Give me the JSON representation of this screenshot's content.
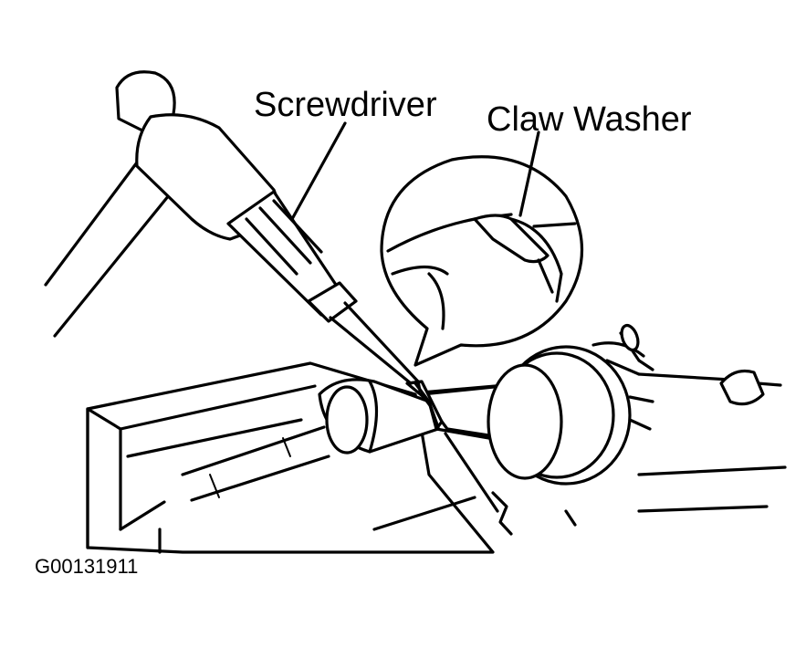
{
  "labels": {
    "screwdriver": "Screwdriver",
    "claw_washer": "Claw Washer",
    "figure_code": "G00131911"
  },
  "colors": {
    "ink": "#000000",
    "paper": "#ffffff"
  }
}
